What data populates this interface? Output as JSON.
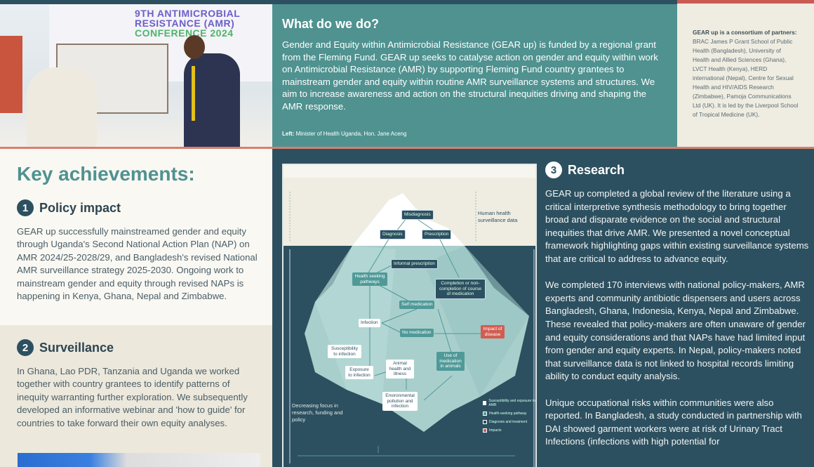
{
  "photo_top": {
    "banner_line1": "9TH ANTIMICROBIAL",
    "banner_line2": "RESISTANCE (AMR)",
    "banner_line3": "CONFERENCE 2024"
  },
  "what_we_do": {
    "title": "What do we do?",
    "body": "Gender and Equity within Antimicrobial Resistance (GEAR up) is funded by a regional grant from the Fleming Fund. GEAR up seeks to catalyse action on gender and equity within work on Antimicrobial Resistance (AMR) by supporting Fleming Fund country grantees to mainstream gender and equity within routine AMR surveillance systems and structures. We aim to increase awareness and action on the structural inequities driving and shaping the AMR response.",
    "caption_label": "Left:",
    "caption": "Minister of Health Uganda, Hon. Jane Aceng"
  },
  "partners": {
    "title": "GEAR up is a consortium of partners:",
    "body": "BRAC James P Grant School of Public Health (Bangladesh), University of Health and Allied Sciences (Ghana), LVCT Health (Kenya), HERD international (Nepal), Centre for Sexual Health and HIV/AIDS Research (Zimbabwe), Pamoja Communications Ltd (UK). It is led by the Liverpool School of Tropical Medicine (UK)."
  },
  "achievements": {
    "title": "Key achievements:",
    "sections": [
      {
        "num": "1",
        "title": "Policy impact",
        "body": "GEAR up successfully mainstreamed gender and equity through Uganda's Second National Action Plan (NAP) on AMR  2024/25-2028/29, and Bangladesh's revised National AMR surveillance strategy 2025-2030. Ongoing work to mainstream gender and equity through revised NAPs is happening in Kenya, Ghana, Nepal and Zimbabwe."
      },
      {
        "num": "2",
        "title": "Surveillance",
        "body": "In Ghana, Lao PDR, Tanzania and Uganda we worked together with country grantees to identify patterns of inequity warranting further exploration. We subsequently developed an informative webinar and 'how to guide' for countries to take forward their own equity analyses."
      }
    ]
  },
  "diagram": {
    "sky_label": "Human health surveillance data",
    "depth_label": "Decreasing focus in research, funding and policy",
    "nodes": {
      "misdiagnosis": "Misdiagnosis",
      "diagnosis": "Diagnosis",
      "prescription": "Prescription",
      "informal": "Informal prescription",
      "health_seeking": "Health seeking pathways",
      "completion": "Completion or non-completion of course of medication",
      "self_med": "Self medication",
      "infection": "Infection",
      "no_med": "No medication",
      "impact": "Impact of disease",
      "susceptibility": "Susceptibility to infection",
      "exposure": "Exposure to infection",
      "animal": "Animal health and illness",
      "use_animals": "Use of medication in animals",
      "environment": "Environmental pollution and infection"
    },
    "legend": [
      {
        "label": "Susceptibility and exposure to AMR",
        "color": "#ffffff"
      },
      {
        "label": "Health-seeking pathway",
        "color": "#4f9a98"
      },
      {
        "label": "Diagnosis and treatment",
        "color": "#2d5060"
      },
      {
        "label": "Impacts",
        "color": "#d35c50"
      }
    ]
  },
  "research": {
    "num": "3",
    "title": "Research",
    "paragraphs": [
      "GEAR up completed a global review of the literature using a critical interpretive synthesis methodology to bring together broad and disparate evidence on the social and structural inequities that drive AMR. We presented a novel conceptual framework highlighting gaps within existing surveillance systems that are critical to address to advance equity.",
      "We completed 170 interviews with national policy-makers, AMR experts and community antibiotic dispensers and users across Bangladesh, Ghana, Indonesia, Kenya, Nepal and Zimbabwe. These revealed that policy-makers are often unaware of gender and equity considerations and that NAPs have had limited input from gender and equity experts. In Nepal, policy-makers noted that surveillance data is not linked to hospital records limiting ability to conduct equity analysis.",
      "Unique occupational risks within communities were also reported. In Bangladesh, a study conducted in partnership with DAI showed garment workers were at risk of Urinary Tract Infections (infections with high potential for"
    ]
  },
  "colors": {
    "dark_teal": "#2d5060",
    "teal": "#4f9290",
    "accent_red": "#c95c52",
    "beige": "#efece1"
  }
}
